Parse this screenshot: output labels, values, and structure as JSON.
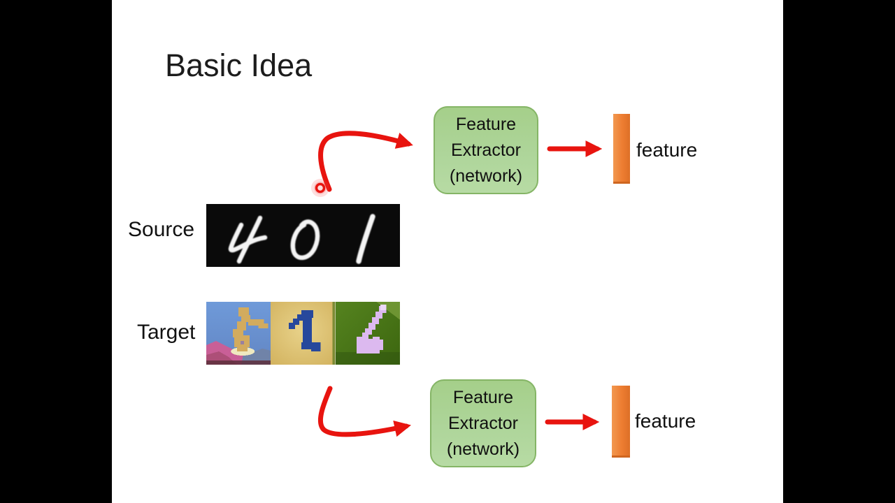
{
  "slide": {
    "title": "Basic Idea"
  },
  "source_row": {
    "label": "Source",
    "digits": [
      "4",
      "0",
      "1"
    ],
    "image_style": "handwritten white digits on black (MNIST)"
  },
  "target_row": {
    "label": "Target",
    "digits": [
      "8",
      "1",
      "6"
    ],
    "image_style": "colored digits on photo backgrounds (MNIST-M)"
  },
  "extractor_top": {
    "line1": "Feature",
    "line2": "Extractor",
    "line3": "(network)",
    "output_label": "feature"
  },
  "extractor_bottom": {
    "line1": "Feature",
    "line2": "Extractor",
    "line3": "(network)",
    "output_label": "feature"
  },
  "colors": {
    "extractor_fill": "#a9d18e",
    "extractor_border": "#85b566",
    "feature_bar": "#ed7d31",
    "arrow": "#e8140f",
    "laser_pointer": "#e8140f",
    "slide_bg": "#ffffff",
    "letterbox": "#000000",
    "title_text": "#1c1c1c"
  }
}
